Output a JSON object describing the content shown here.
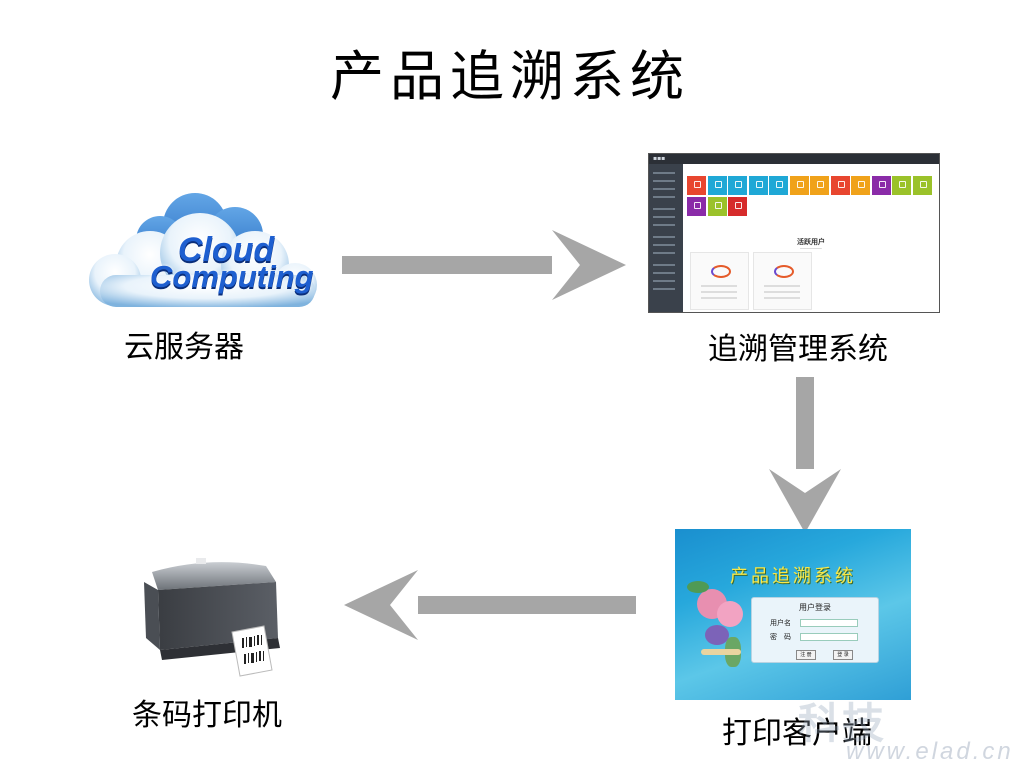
{
  "title": "产品追溯系统",
  "nodes": {
    "cloud_server": {
      "label": "云服务器",
      "graphic_text_line1": "Cloud",
      "graphic_text_line2": "Computing"
    },
    "trace_system": {
      "label": "追溯管理系统",
      "screen_heading": "活跃用户"
    },
    "print_client": {
      "label": "打印客户端",
      "screen_title": "产品追溯系统",
      "login_title": "用户登录",
      "username_label": "用户名",
      "password_label": "密　码",
      "register_button": "注 册",
      "login_button": "登 录"
    },
    "barcode_printer": {
      "label": "条码打印机"
    }
  },
  "watermark": {
    "company": "科技",
    "url": "www.elad.cn"
  },
  "colors": {
    "arrow": "#a6a6a6",
    "client_bg": "#27a8dc",
    "tiles": [
      "#e8462f",
      "#1fa8d6",
      "#1fa8d6",
      "#1fa8d6",
      "#1fa8d6",
      "#f0a21a",
      "#f0a21a",
      "#e8462f",
      "#f0a21a",
      "#8a2ba8",
      "#9bc22a",
      "#9bc22a",
      "#8a2ba8",
      "#9bc22a",
      "#d62b2b"
    ]
  }
}
